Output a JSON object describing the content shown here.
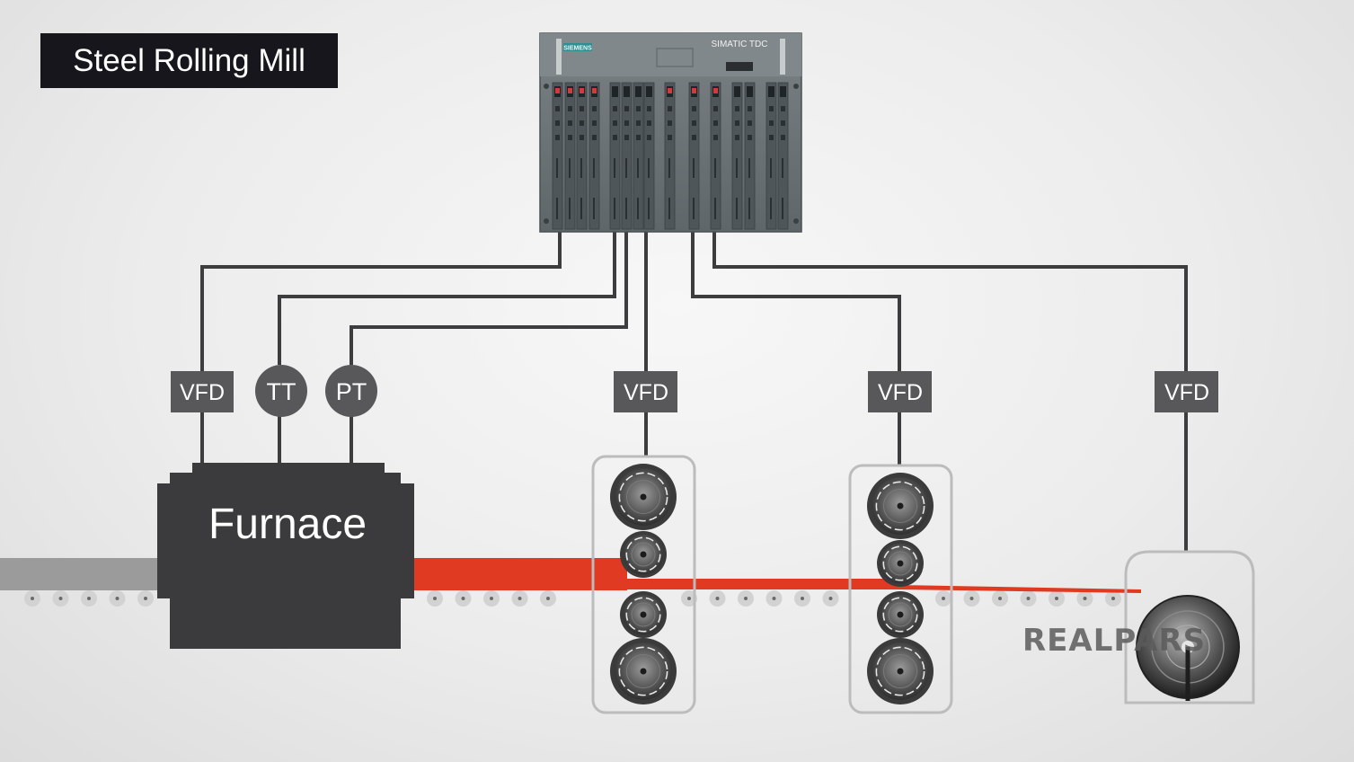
{
  "title": "Steel Rolling Mill",
  "controller": {
    "brand": "SIEMENS",
    "model": "SIMATIC TDC"
  },
  "devices": {
    "vfd_furnace": "VFD",
    "tt": "TT",
    "pt": "PT",
    "vfd_stand1": "VFD",
    "vfd_stand2": "VFD",
    "vfd_coiler": "VFD"
  },
  "furnace_label": "Furnace",
  "watermark": "REALPARS",
  "colors": {
    "title_bg": "#16161c",
    "tag_bg": "#58585a",
    "wire": "#3d3d3f",
    "furnace": "#3b3a3c",
    "hot_strip": "#e03a22",
    "cold_strip": "#9b9b9b",
    "roller_frame": "#bcbcbc"
  }
}
